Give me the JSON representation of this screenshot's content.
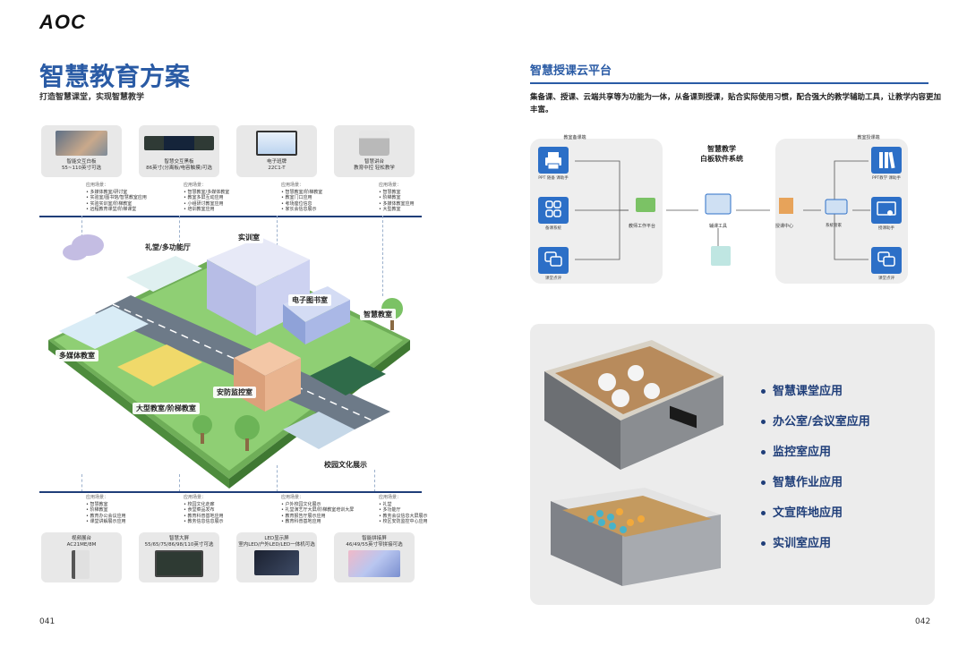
{
  "brand": "AOC",
  "left": {
    "title": "智慧教育方案",
    "subtitle": "打造智慧课堂，实现智慧教学",
    "page_num": "041",
    "top_products": [
      {
        "name": "智能交互白板",
        "spec": "55~110英寸可选",
        "scene_head": "应用场景：",
        "scenes": [
          "多媒体教室/研讨室",
          "实验室/图书馆/智慧教室应用",
          "实验实训室/阶梯教室",
          "远程教育课堂/阶梯课堂"
        ]
      },
      {
        "name": "智慧交互黑板",
        "spec": "86英寸(分离板/电容触摸)可选",
        "scene_head": "应用场景：",
        "scenes": [
          "智慧教室/多媒体教室",
          "教室多屏互动应用",
          "小组研讨教室应用",
          "培训教室应用"
        ]
      },
      {
        "name": "电子班牌",
        "spec": "22C1-T",
        "scene_head": "应用场景：",
        "scenes": [
          "智慧教室/阶梯教室",
          "教室门口应用",
          "考场座位信息",
          "家长会信息展示"
        ]
      },
      {
        "name": "智慧讲台",
        "spec": "教育中控  轻松教学",
        "scene_head": "应用场景：",
        "scenes": [
          "智慧教室",
          "阶梯教室",
          "多媒体教室应用",
          "大型教室"
        ]
      }
    ],
    "bottom_products": [
      {
        "name": "视频展台",
        "spec": "AC21ME/8M",
        "scene_head": "应用场景：",
        "scenes": [
          "智慧教室",
          "阶梯教室",
          "教育办公会议应用",
          "课堂讲解展示应用"
        ]
      },
      {
        "name": "智慧大屏",
        "spec": "55/65/75/86/98/110英寸可选",
        "scene_head": "应用场景：",
        "scenes": [
          "校园文化走廊",
          "食堂菜品发布",
          "教育科普基地应用",
          "教务信息信息展示"
        ]
      },
      {
        "name": "LED显示屏",
        "spec": "室内LED/户外LED/LED一体机可选",
        "scene_head": "应用场景：",
        "scenes": [
          "户外校园文化展示",
          "礼堂演艺厅大屏/阶梯教室培训大屏",
          "教育报告厅展示应用",
          "教育科普基地应用"
        ]
      },
      {
        "name": "智能拼接屏",
        "spec": "46/49/55英寸窄拼接可选",
        "scene_head": "应用场景：",
        "scenes": [
          "礼堂",
          "多功能厅",
          "教务会议信息大屏展示",
          "校区安防监控中心应用"
        ]
      }
    ],
    "map_labels": [
      "礼堂/多功能厅",
      "实训室",
      "电子图书室",
      "智慧教室",
      "多媒体教室",
      "安防监控室",
      "大型教室/阶梯教室",
      "校园文化展示"
    ]
  },
  "right": {
    "page_num": "042",
    "title": "智慧授课云平台",
    "description": "集备课、授课、云端共享等为功能为一体，从备课到授课，贴合实际使用习惯，配合强大的教学辅助工具，让教学内容更加丰富。",
    "diagram": {
      "left_panel_title": "教室备课端",
      "right_panel_title": "教室授课端",
      "center_title": "智慧教学\n白板软件系统",
      "left_icons": [
        "PPT 随备 课助手",
        "备课系统",
        "课堂点评"
      ],
      "right_icons": [
        "PPT教学 课助手",
        "授课助手",
        "课堂点评"
      ],
      "nodes": {
        "teacher_platform": "教师工作平台",
        "tool": "辅课工具",
        "teaching_center": "授课中心",
        "sys_manage": "系统管家"
      }
    },
    "applications": [
      "智慧课堂应用",
      "办公室/会议室应用",
      "监控室应用",
      "智慧作业应用",
      "文宣阵地应用",
      "实训室应用"
    ]
  },
  "colors": {
    "brand_blue": "#2a5ba5",
    "dark_navy": "#1f3e79",
    "icon_blue": "#2c6fc7",
    "panel_gray": "#eeeeee",
    "grass_green": "#7bc265"
  }
}
